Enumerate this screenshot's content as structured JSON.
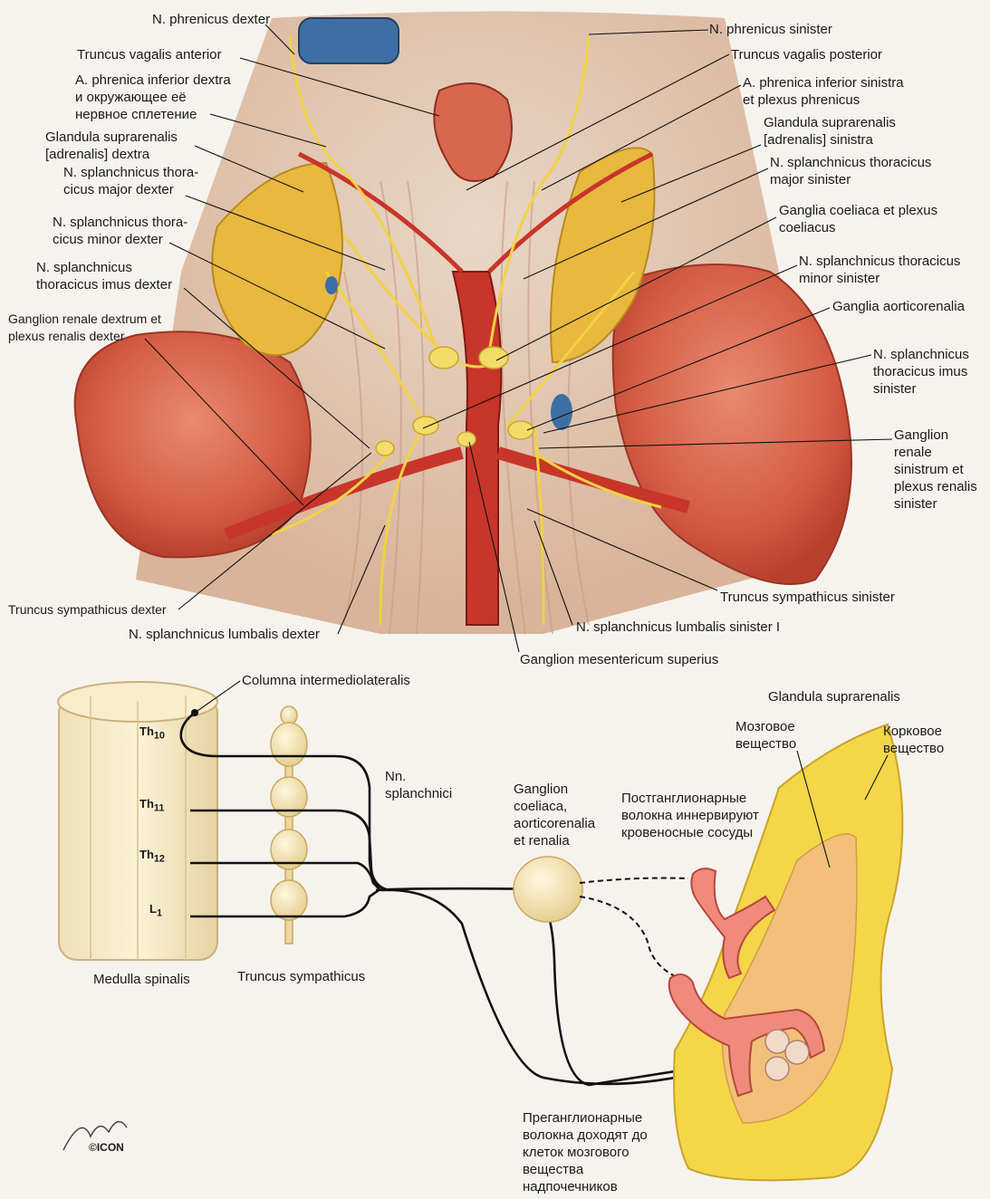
{
  "labels": {
    "phrenicus_dexter": "N. phrenicus dexter",
    "truncus_vagalis_anterior": "Truncus vagalis anterior",
    "a_phrenica_inf_dextra_1": "A. phrenica inferior dextra",
    "a_phrenica_inf_dextra_2": "и окружающее её",
    "a_phrenica_inf_dextra_3": "нервное сплетение",
    "gland_supra_dextra_1": "Glandula suprarenalis",
    "gland_supra_dextra_2": "[adrenalis] dextra",
    "spl_major_dexter_1": "N. splanchnicus thora-",
    "spl_major_dexter_2": "cicus major dexter",
    "spl_minor_dexter_1": "N. splanchnicus thora-",
    "spl_minor_dexter_2": "cicus minor dexter",
    "spl_imus_dexter_1": "N. splanchnicus",
    "spl_imus_dexter_2": "thoracicus imus dexter",
    "ganglion_renale_dextrum_1": "Ganglion renale dextrum et",
    "ganglion_renale_dextrum_2": "plexus renalis dexter",
    "truncus_symp_dexter": "Truncus sympathicus dexter",
    "spl_lumbalis_dexter": "N. splanchnicus lumbalis dexter",
    "phrenicus_sinister": "N. phrenicus sinister",
    "truncus_vagalis_posterior": "Truncus vagalis posterior",
    "a_phrenica_inf_sinistra_1": "A. phrenica inferior sinistra",
    "a_phrenica_inf_sinistra_2": "et plexus phrenicus",
    "gland_supra_sinistra_1": "Glandula suprarenalis",
    "gland_supra_sinistra_2": "[adrenalis] sinistra",
    "spl_major_sinister_1": "N. splanchnicus thoracicus",
    "spl_major_sinister_2": "major sinister",
    "ganglia_coeliaca_1": "Ganglia coeliaca et plexus",
    "ganglia_coeliaca_2": "coeliacus",
    "spl_minor_sinister_1": "N. splanchnicus thoracicus",
    "spl_minor_sinister_2": "minor sinister",
    "ganglia_aorticorenalia": "Ganglia aorticorenalia",
    "spl_imus_sinister_1": "N. splanchnicus",
    "spl_imus_sinister_2": "thoracicus imus",
    "spl_imus_sinister_3": "sinister",
    "ganglion_renale_sinistrum_1": "Ganglion",
    "ganglion_renale_sinistrum_2": "renale",
    "ganglion_renale_sinistrum_3": "sinistrum et",
    "ganglion_renale_sinistrum_4": "plexus renalis",
    "ganglion_renale_sinistrum_5": "sinister",
    "truncus_symp_sinister": "Truncus sympathicus sinister",
    "spl_lumbalis_sinister": "N. splanchnicus lumbalis sinister I",
    "ganglion_mesentericum": "Ganglion mesentericum superius"
  },
  "schema": {
    "columna": "Columna intermediolateralis",
    "th10": "Th",
    "th10_sub": "10",
    "th11": "Th",
    "th11_sub": "11",
    "th12": "Th",
    "th12_sub": "12",
    "l1": "L",
    "l1_sub": "1",
    "medulla": "Medulla spinalis",
    "truncus": "Truncus sympathicus",
    "nn_spl_1": "Nn.",
    "nn_spl_2": "splanchnici",
    "ganglion_1": "Ganglion",
    "ganglion_2": "coeliaca,",
    "ganglion_3": "aorticorenalia",
    "ganglion_4": "et renalia",
    "post_1": "Постганглионарные",
    "post_2": "волокна иннервируют",
    "post_3": "кровеносные сосуды",
    "gland_title": "Glandula suprarenalis",
    "mozg_1": "Мозговое",
    "mozg_2": "вещество",
    "kork_1": "Корковое",
    "kork_2": "вещество",
    "pre_1": "Преганглионарные",
    "pre_2": "волокна доходят до",
    "pre_3": "клеток мозгового",
    "pre_4": "вещества",
    "pre_5": "надпочечников"
  },
  "logo": "©ICON"
}
